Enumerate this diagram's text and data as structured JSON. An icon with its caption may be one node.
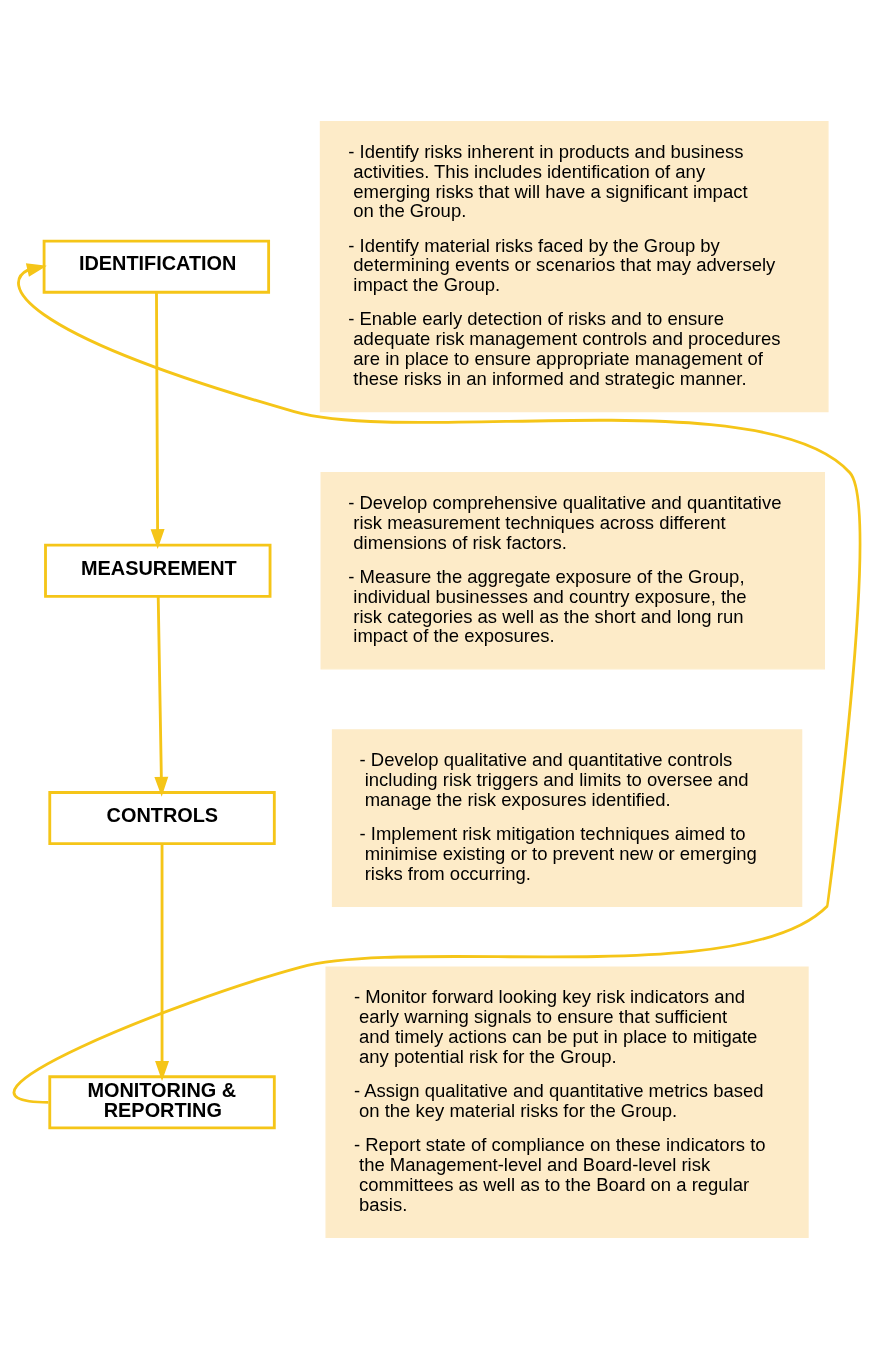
{
  "diagram": {
    "nodes": [
      {
        "text": [
          "IDENTIFICATION"
        ]
      },
      {
        "text": [
          "- Identify risks inherent in products and business activities. This includes identification of any emerging risks that will have a significant impact on the Group.",
          "- Identify material risks faced by the Group by determining events or scenarios that may adversely impact the Group.",
          "- Enable early detection of risks and to ensure adequate risk management controls and procedures are in place to ensure appropriate management of these risks in an informed and strategic manner."
        ]
      },
      {
        "text": [
          "MEASUREMENT"
        ]
      },
      {
        "text": [
          "- Develop comprehensive qualitative and quantitative risk measurement techniques across different dimensions of risk factors.",
          "- Measure the aggregate exposure of the Group, individual businesses and country exposure, the risk categories as well as the short and long run impact of the exposures."
        ]
      },
      {
        "text": [
          "CONTROLS"
        ]
      },
      {
        "text": [
          "- Develop qualitative and quantitative controls including risk triggers and limits to oversee and manage the risk exposures identified.",
          "- Implement risk mitigation techniques aimed to minimise existing or to prevent new or emerging risks from occurring."
        ]
      },
      {
        "text": [
          "MONITORING & REPORTING"
        ]
      },
      {
        "text": [
          "- Monitor forward looking key risk indicators and early warning signals to ensure that sufficient and timely actions can be put in place to mitigate any potential risk for the Group.",
          "- Assign qualitative and quantitative metrics based on the key material risks for the Group.",
          "- Report state of compliance on these indicators to the Management-level and Board-level risk committees as well as to the Board on a regular basis."
        ]
      }
    ],
    "edges": [
      {
        "from": 0,
        "to": 2,
        "arrow": "to"
      },
      {
        "from": 2,
        "to": 4,
        "arrow": "to"
      },
      {
        "from": 4,
        "to": 6,
        "arrow": "to"
      },
      {
        "from": 6,
        "to": 0,
        "arrow": "to"
      }
    ]
  }
}
